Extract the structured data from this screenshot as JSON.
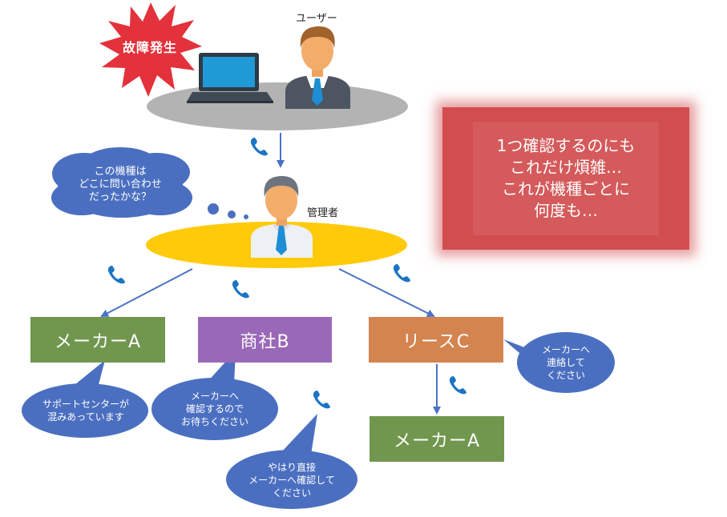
{
  "incident": {
    "label": "故障発生"
  },
  "user": {
    "label": "ユーザー"
  },
  "admin": {
    "label": "管理者"
  },
  "thought": {
    "lines": [
      "この機種は",
      "どこに問い合わせ",
      "だったかな？"
    ]
  },
  "note": {
    "lines": [
      "1つ確認するのにも",
      "これだけ煩雑…",
      "これが機種ごとに",
      "何度も…"
    ]
  },
  "nodes": {
    "maker_a": "メーカーA",
    "trading_b": "商社B",
    "lease_c": "リースC",
    "maker_a2": "メーカーA"
  },
  "bubbles": {
    "maker_a": [
      "サポートセンターが",
      "混みあっています"
    ],
    "trading_b": [
      "メーカーへ",
      "確認するので",
      "お待ちください"
    ],
    "direct": [
      "やはり直接",
      "メーカーへ確認して",
      "ください"
    ],
    "lease_c": [
      "メーカーへ",
      "連絡して",
      "ください"
    ]
  },
  "colors": {
    "green": "#71974f",
    "purple": "#9a68b8",
    "orange": "#d4844f",
    "bubble": "#4b6fc0",
    "arrow": "#4a72c4",
    "phone": "#1b74c4",
    "note": "#d24d4f",
    "platform_gray": "#b3b3b3",
    "platform_yellow": "#ffca0a"
  },
  "icons": [
    "explosion-icon",
    "laptop-icon",
    "user-person-icon",
    "admin-person-icon",
    "phone-icon",
    "thought-cloud-icon"
  ]
}
